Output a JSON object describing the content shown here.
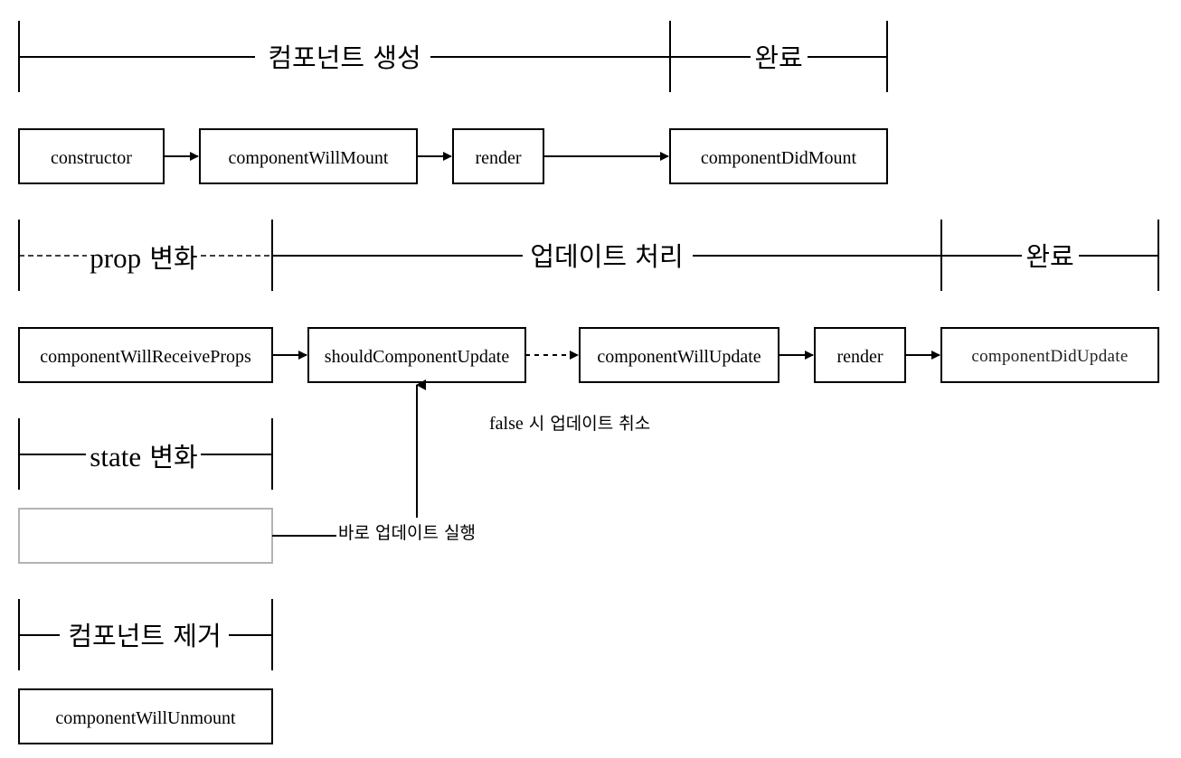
{
  "mount": {
    "phase_create": "컴포넌트 생성",
    "phase_done": "완료",
    "constructor": "constructor",
    "will_mount": "componentWillMount",
    "render": "render",
    "did_mount": "componentDidMount"
  },
  "update": {
    "phase_prop_word": "prop",
    "phase_prop_change": " 변화",
    "phase_process": "업데이트 처리",
    "phase_done": "완료",
    "will_receive_props": "componentWillReceiveProps",
    "should_update": "shouldComponentUpdate",
    "will_update": "componentWillUpdate",
    "render": "render",
    "did_update": "componentDidUpdate",
    "false_note_word": "false",
    "false_note_text": " 시 업데이트 취소"
  },
  "state": {
    "phase_state_word": "state",
    "phase_state_change": " 변화",
    "direct_update_note": "바로 업데이트 실행"
  },
  "unmount": {
    "phase_remove": "컴포넌트 제거",
    "will_unmount": "componentWillUnmount"
  }
}
